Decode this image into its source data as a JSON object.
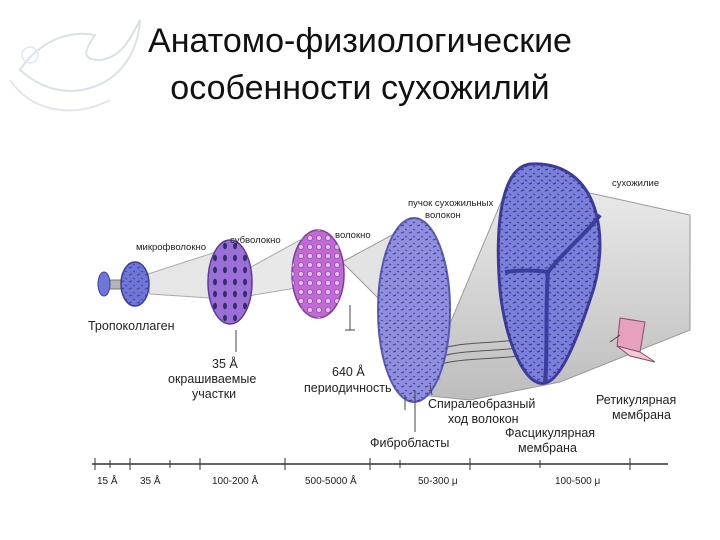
{
  "slide": {
    "title_line1": "Анатомо-физиологические",
    "title_line2": "особенности сухожилий"
  },
  "diagram": {
    "labels": {
      "tropocollagen": "Тропоколлаген",
      "microfibril": "микрофволокно",
      "subfibril": "субволокно",
      "fibril": "волокно",
      "bundle_line1": "пучок сухожильных",
      "bundle_line2": "волокон",
      "tendon": "сухожилие",
      "stained_line1": "35 Å",
      "stained_line2": "окрашиваемые",
      "stained_line3": "участки",
      "period_line1": "640 Å",
      "period_line2": "периодичность",
      "spiral_line1": "Спиралеобразный",
      "spiral_line2": "ход волокон",
      "fibroblasts": "Фибробласты",
      "fascicular_line1": "Фасцикулярная",
      "fascicular_line2": "мембрана",
      "reticular_line1": "Ретикулярная",
      "reticular_line2": "мембрана"
    },
    "scale_ticks": [
      "15 Å",
      "35 Å",
      "100-200 Å",
      "500-5000 Å",
      "50-300 μ",
      "100-500 μ"
    ],
    "colors": {
      "blue": "#6e76d8",
      "purple": "#9a6fd6",
      "magenta": "#c16ad6",
      "lavender": "#8f8ee0",
      "bundle": "#7a7fdc",
      "sheath": "#d7d7d7"
    }
  }
}
